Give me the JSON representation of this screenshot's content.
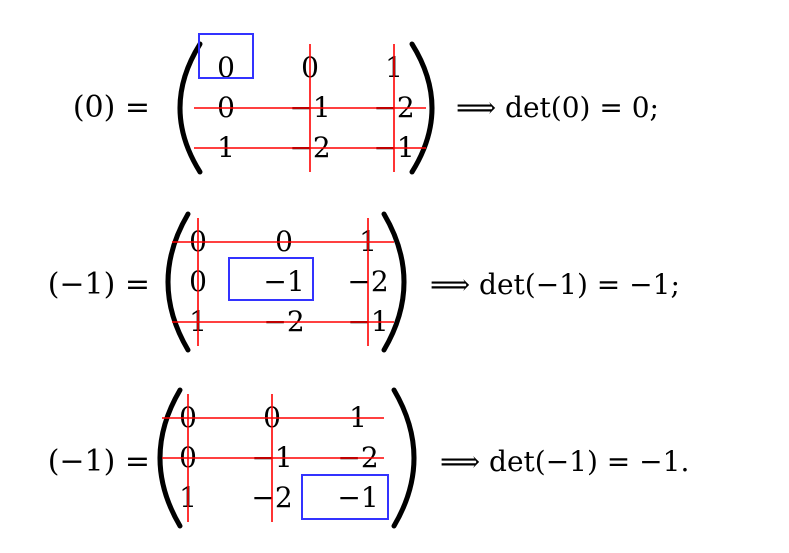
{
  "colors": {
    "text": "#000000",
    "strike": "#ff0000",
    "highlight_box": "#3333ff"
  },
  "equations": [
    {
      "lhs": "(0) =",
      "rhs": "⟹  det(0) = 0;",
      "matrix": [
        [
          "0",
          "0",
          "1"
        ],
        [
          "0",
          "−1",
          "−2"
        ],
        [
          "1",
          "−2",
          "−1"
        ]
      ],
      "highlight": [
        0,
        0
      ],
      "struck_rows": [
        1,
        2
      ],
      "struck_cols": [
        1,
        2
      ]
    },
    {
      "lhs": "(−1) =",
      "rhs": "⟹  det(−1) = −1;",
      "matrix": [
        [
          "0",
          "0",
          "1"
        ],
        [
          "0",
          "−1",
          "−2"
        ],
        [
          "1",
          "−2",
          "−1"
        ]
      ],
      "highlight": [
        1,
        1
      ],
      "struck_rows": [
        0,
        2
      ],
      "struck_cols": [
        0,
        2
      ]
    },
    {
      "lhs": "(−1) =",
      "rhs": "⟹  det(−1) = −1.",
      "matrix": [
        [
          "0",
          "0",
          "1"
        ],
        [
          "0",
          "−1",
          "−2"
        ],
        [
          "1",
          "−2",
          "−1"
        ]
      ],
      "highlight": [
        2,
        2
      ],
      "struck_rows": [
        0,
        1
      ],
      "struck_cols": [
        0,
        1
      ]
    }
  ]
}
